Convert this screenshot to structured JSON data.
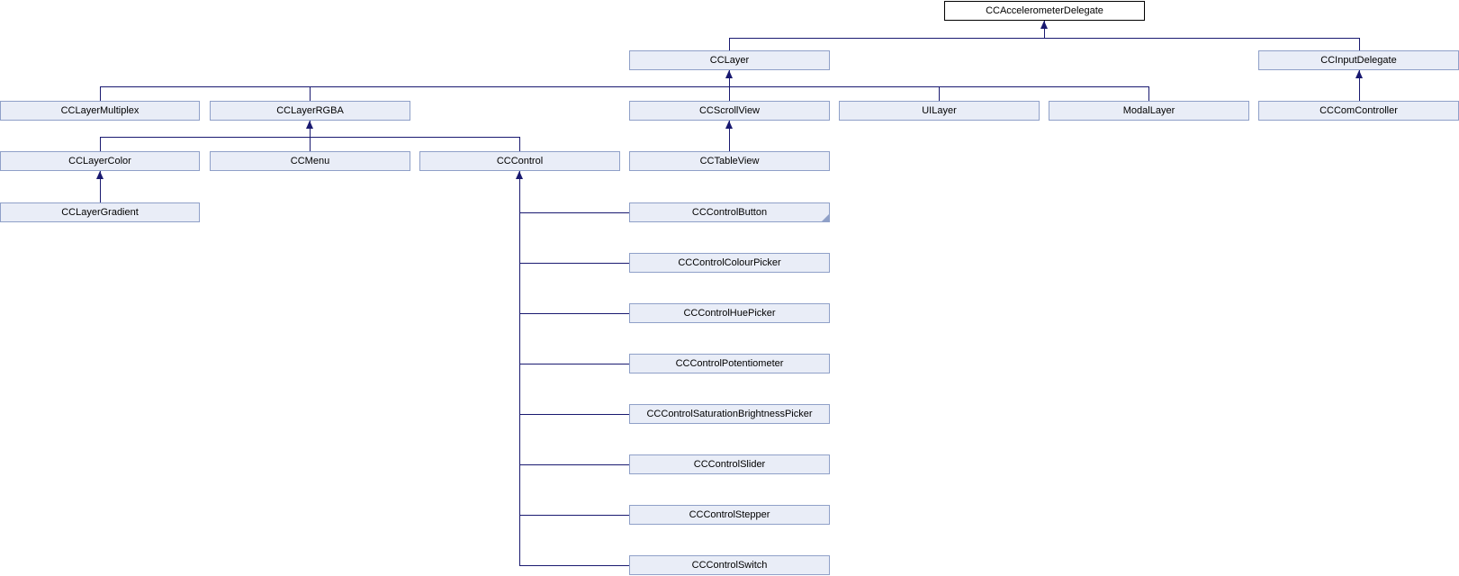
{
  "diagram": {
    "type": "class-inheritance-graph",
    "nodes": {
      "ccaccelerometerdelegate": "CCAccelerometerDelegate",
      "cclayer": "CCLayer",
      "ccinputdelegate": "CCInputDelegate",
      "cclayermultiplex": "CCLayerMultiplex",
      "cclayerrgba": "CCLayerRGBA",
      "ccscrollview": "CCScrollView",
      "uilayer": "UILayer",
      "modallayer": "ModalLayer",
      "cccomcontroller": "CCComController",
      "cclayercolor": "CCLayerColor",
      "ccmenu": "CCMenu",
      "cccontrol": "CCControl",
      "cctableview": "CCTableView",
      "cclayergradient": "CCLayerGradient",
      "cccontrolbutton": "CCControlButton",
      "cccontrolcolourpicker": "CCControlColourPicker",
      "cccontrolhuepicker": "CCControlHuePicker",
      "cccontrolpotentiometer": "CCControlPotentiometer",
      "cccontrolsaturationbrightnesspicker": "CCControlSaturationBrightnessPicker",
      "cccontrolslider": "CCControlSlider",
      "cccontrolstepper": "CCControlStepper",
      "cccontrolswitch": "CCControlSwitch"
    },
    "edges": [
      {
        "base": "CCAccelerometerDelegate",
        "derived": "CCLayer"
      },
      {
        "base": "CCAccelerometerDelegate",
        "derived": "CCInputDelegate"
      },
      {
        "base": "CCLayer",
        "derived": "CCLayerMultiplex"
      },
      {
        "base": "CCLayer",
        "derived": "CCLayerRGBA"
      },
      {
        "base": "CCLayer",
        "derived": "CCScrollView"
      },
      {
        "base": "CCLayer",
        "derived": "UILayer"
      },
      {
        "base": "CCLayer",
        "derived": "ModalLayer"
      },
      {
        "base": "CCInputDelegate",
        "derived": "CCComController"
      },
      {
        "base": "CCLayerRGBA",
        "derived": "CCLayerColor"
      },
      {
        "base": "CCLayerRGBA",
        "derived": "CCMenu"
      },
      {
        "base": "CCLayerRGBA",
        "derived": "CCControl"
      },
      {
        "base": "CCScrollView",
        "derived": "CCTableView"
      },
      {
        "base": "CCLayerColor",
        "derived": "CCLayerGradient"
      },
      {
        "base": "CCControl",
        "derived": "CCControlButton"
      },
      {
        "base": "CCControl",
        "derived": "CCControlColourPicker"
      },
      {
        "base": "CCControl",
        "derived": "CCControlHuePicker"
      },
      {
        "base": "CCControl",
        "derived": "CCControlPotentiometer"
      },
      {
        "base": "CCControl",
        "derived": "CCControlSaturationBrightnessPicker"
      },
      {
        "base": "CCControl",
        "derived": "CCControlSlider"
      },
      {
        "base": "CCControl",
        "derived": "CCControlStepper"
      },
      {
        "base": "CCControl",
        "derived": "CCControlSwitch"
      }
    ],
    "colors": {
      "node_fill": "#E9EDF7",
      "node_border": "#8FA0C8",
      "root_fill": "#FFFFFF",
      "root_border": "#000000",
      "edge": "#191970",
      "text": "#000000"
    }
  }
}
